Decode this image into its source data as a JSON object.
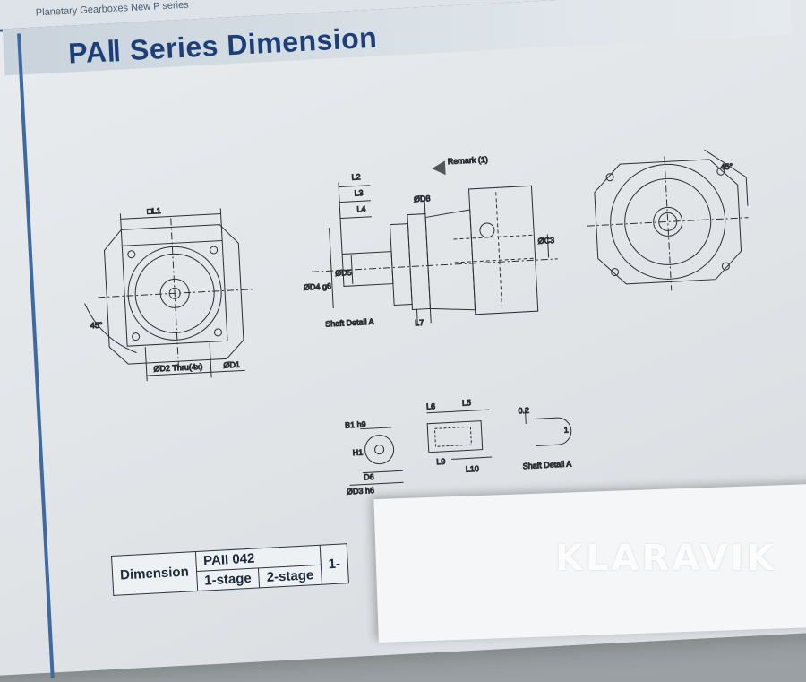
{
  "header": {
    "series_text": "Planetary Gearboxes New P series"
  },
  "title": "PAⅡ Series Dimension",
  "labels": {
    "dl1": "□L1",
    "d2_thru": "ØD2 Thru(4x)",
    "d1": "ØD1",
    "angle": "45°",
    "l2": "L2",
    "l3": "L3",
    "l4": "L4",
    "d8": "ØD8",
    "d4": "ØD4 g6",
    "d5": "ØD5",
    "d3c": "ØC3",
    "remark": "Remark (1)",
    "shaft_detail_a": "Shaft Detail A",
    "l7": "L7",
    "b1": "B1 h9",
    "h1": "H1",
    "d6": "D6",
    "d3": "ØD3 h6",
    "l6": "L6",
    "l5": "L5",
    "l9": "L9",
    "l10": "L10",
    "r02": "0.2",
    "one": "1",
    "shaft_detail_a2": "Shaft Detail A"
  },
  "table": {
    "dimension": "Dimension",
    "model": "PAII 042",
    "stage1": "1-stage",
    "stage2": "2-stage",
    "stage_next": "1-"
  },
  "watermark": "KLARAVIK"
}
